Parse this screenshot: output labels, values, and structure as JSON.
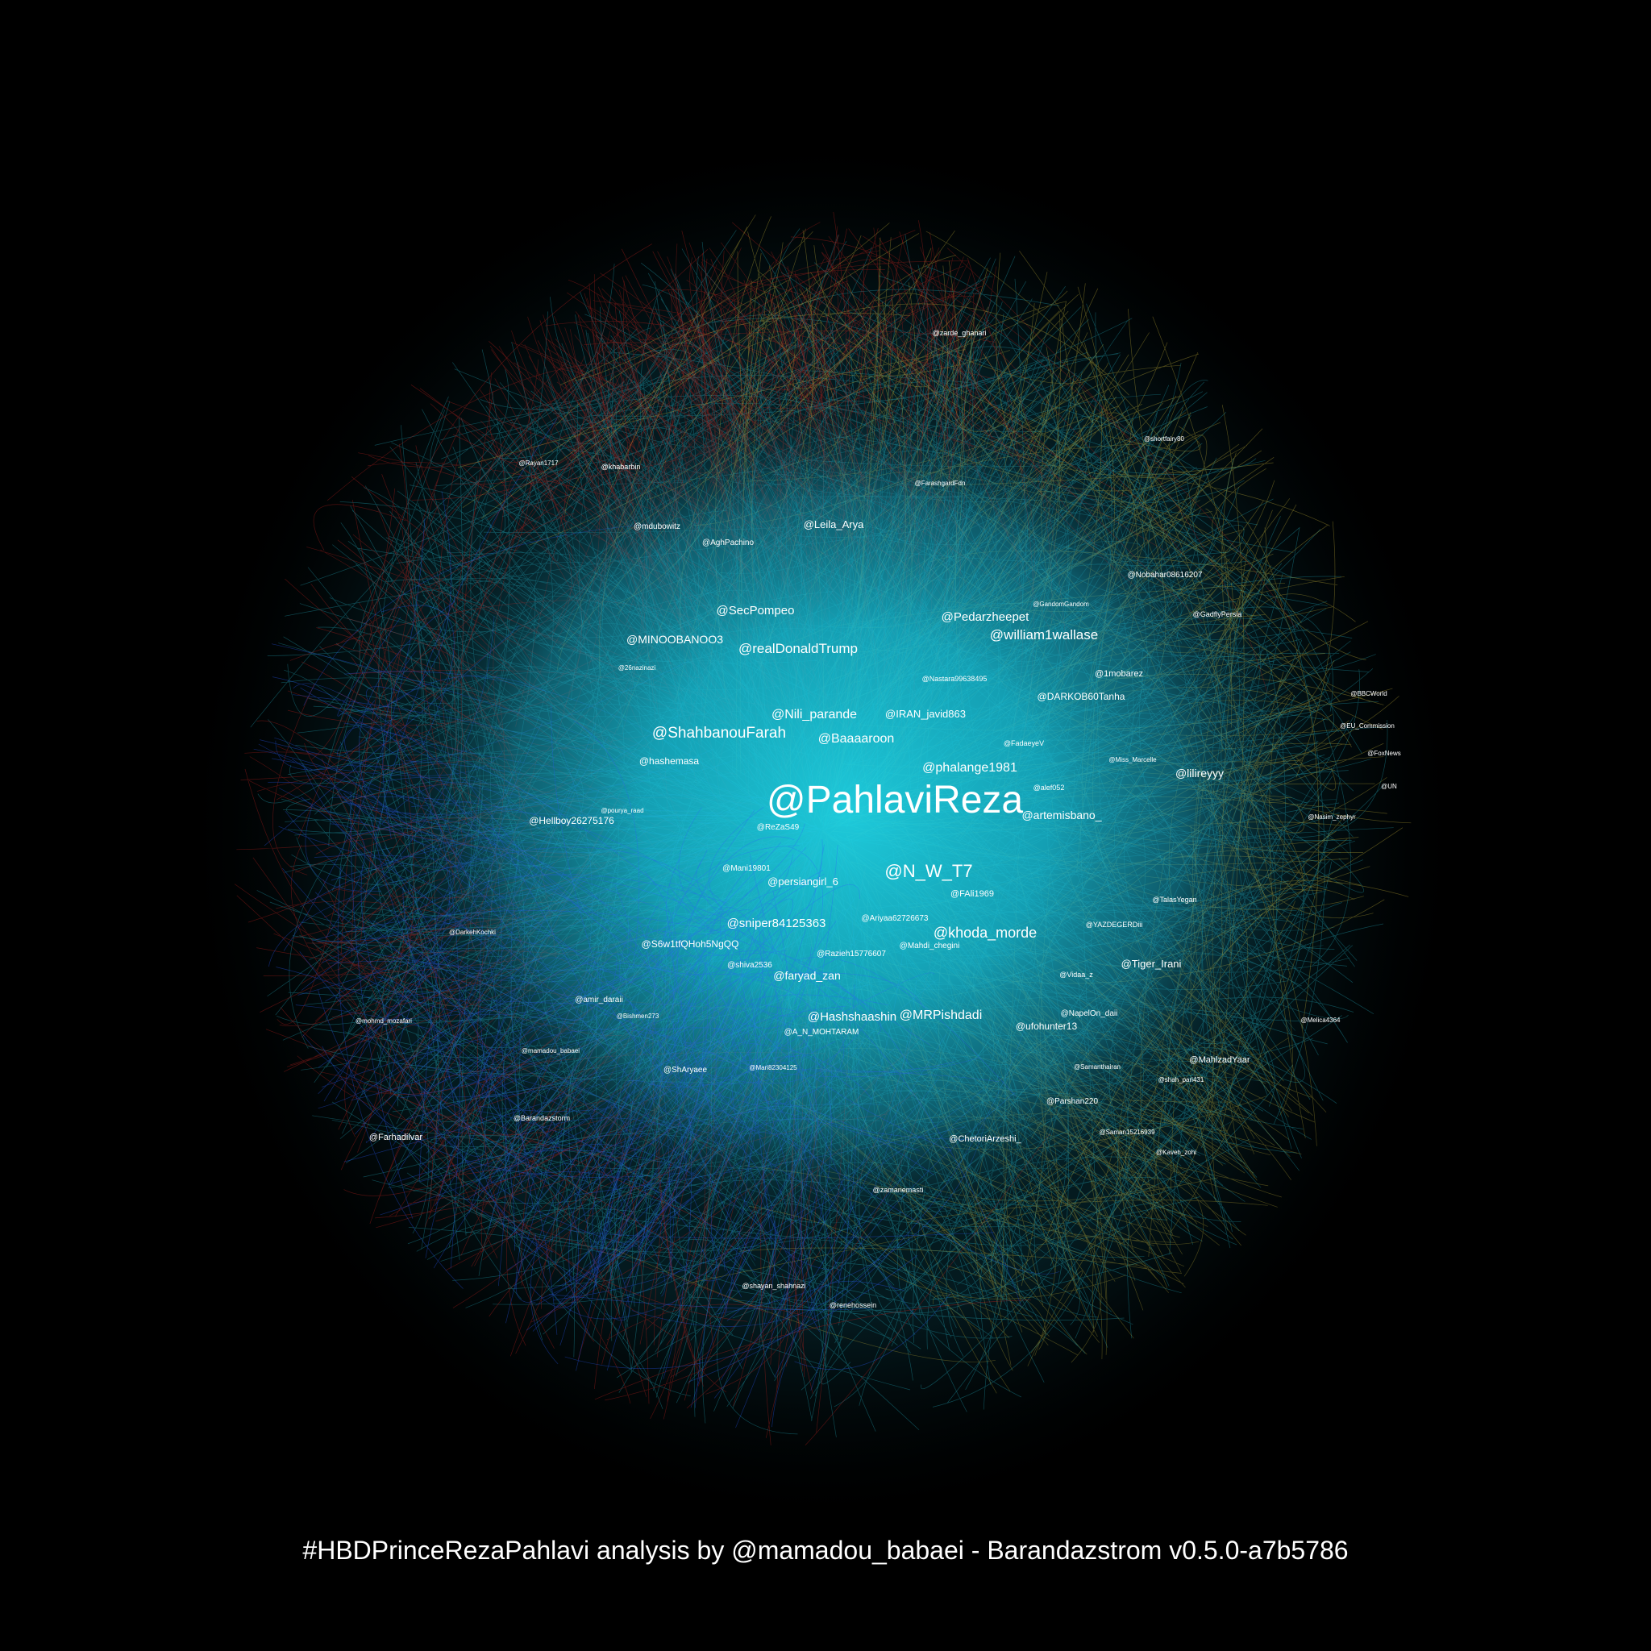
{
  "caption": "#HBDPrinceRezaPahlavi analysis by @mamadou_babaei - Barandazstrom v0.5.0-a7b5786",
  "colors": {
    "background": "#000000",
    "core": "#1ec8dc",
    "cyan_edge": "#27c2d6",
    "blue_edge": "#2a5cff",
    "red_edge": "#b0201c",
    "yellow_edge": "#c8b43a",
    "label": "#ffffff"
  },
  "labels": [
    {
      "text": "@PahlaviReza",
      "tier": "xl"
    },
    {
      "text": "@N_W_T7",
      "tier": "l"
    },
    {
      "text": "@ShahbanouFarah",
      "tier": "l"
    },
    {
      "text": "@realDonaldTrump",
      "tier": "m"
    },
    {
      "text": "@SecPompeo",
      "tier": "m"
    },
    {
      "text": "@william1wallase",
      "tier": "m"
    },
    {
      "text": "@Pedarzheepet",
      "tier": "m"
    },
    {
      "text": "@MINOOBANOO3",
      "tier": "m"
    },
    {
      "text": "@Nili_parande",
      "tier": "m"
    },
    {
      "text": "@Baaaaroon",
      "tier": "m"
    },
    {
      "text": "@phalange1981",
      "tier": "m"
    },
    {
      "text": "@khoda_morde",
      "tier": "m"
    },
    {
      "text": "@sniper84125363",
      "tier": "m"
    },
    {
      "text": "@MRPishdadi",
      "tier": "m"
    },
    {
      "text": "@Hashshaashin",
      "tier": "m"
    },
    {
      "text": "@faryad_zan",
      "tier": "m"
    },
    {
      "text": "@Leila_Arya",
      "tier": "m"
    },
    {
      "text": "@lilireyyy",
      "tier": "m"
    },
    {
      "text": "@artemisbano_",
      "tier": "m"
    },
    {
      "text": "@persiangirl_6",
      "tier": "s"
    },
    {
      "text": "@Tiger_Irani",
      "tier": "s"
    },
    {
      "text": "@IRAN_javid863",
      "tier": "s"
    },
    {
      "text": "@DARKOB60Tanha",
      "tier": "s"
    },
    {
      "text": "@hashemasa",
      "tier": "s"
    },
    {
      "text": "@Hellboy26275176",
      "tier": "s"
    },
    {
      "text": "@S6w1tfQHoh5NgQQ",
      "tier": "s"
    },
    {
      "text": "@ufohunter13",
      "tier": "s"
    },
    {
      "text": "@ShAryaee",
      "tier": "xs"
    },
    {
      "text": "@A_N_MOHTARAM",
      "tier": "xs"
    },
    {
      "text": "@ChetoriArzeshi_",
      "tier": "xs"
    },
    {
      "text": "@1mobarez",
      "tier": "xs"
    },
    {
      "text": "@FAli1969",
      "tier": "xs"
    },
    {
      "text": "@Ariyaa62726673",
      "tier": "xs"
    },
    {
      "text": "@Razieh15776607",
      "tier": "xs"
    },
    {
      "text": "@Mahdi_chegini",
      "tier": "xs"
    },
    {
      "text": "@shiva2536",
      "tier": "xs"
    },
    {
      "text": "@Mani19801",
      "tier": "xs"
    },
    {
      "text": "@ReZaS49",
      "tier": "xs"
    },
    {
      "text": "@amir_daraii",
      "tier": "xs"
    },
    {
      "text": "@NapelOn_daii",
      "tier": "xs"
    },
    {
      "text": "@MahlzadYaar",
      "tier": "xs"
    },
    {
      "text": "@Farhadilvar",
      "tier": "xs"
    },
    {
      "text": "@mdubowitz",
      "tier": "xs"
    },
    {
      "text": "@AghPachino",
      "tier": "xs"
    },
    {
      "text": "@Nobahar08616207",
      "tier": "xs"
    },
    {
      "text": "@GadflyPersia",
      "tier": "xs"
    },
    {
      "text": "@Nastara99638495",
      "tier": "xs"
    },
    {
      "text": "@alef052",
      "tier": "xs"
    },
    {
      "text": "@FadaeyeV",
      "tier": "xs"
    },
    {
      "text": "@Vidaa_z",
      "tier": "xs"
    },
    {
      "text": "@YAZDEGERDiii",
      "tier": "xs"
    },
    {
      "text": "@TalasYegan",
      "tier": "xs"
    },
    {
      "text": "@Parshan220",
      "tier": "xs"
    },
    {
      "text": "@zamanemasti",
      "tier": "xs"
    },
    {
      "text": "@shayan_shahnazi",
      "tier": "xs"
    },
    {
      "text": "@renehossein",
      "tier": "xs"
    },
    {
      "text": "@Barandazstorm",
      "tier": "xs"
    },
    {
      "text": "@zarde_ghanari",
      "tier": "xs"
    },
    {
      "text": "@khabarbin",
      "tier": "xs"
    },
    {
      "text": "@Miss_Marcelle",
      "tier": "xs"
    },
    {
      "text": "@Nasim_zephyr",
      "tier": "xs"
    },
    {
      "text": "@Melica4364",
      "tier": "xs"
    },
    {
      "text": "@mohmd_mozafari",
      "tier": "xs"
    },
    {
      "text": "@26nazinazi",
      "tier": "xs"
    },
    {
      "text": "@GandomGandom",
      "tier": "xs"
    },
    {
      "text": "@Samanthairan",
      "tier": "xs"
    },
    {
      "text": "@Saman15216939",
      "tier": "xs"
    },
    {
      "text": "@shah_pari431",
      "tier": "xs"
    },
    {
      "text": "@FarashgardFdn",
      "tier": "xs"
    },
    {
      "text": "@DarkehKochki",
      "tier": "xs"
    },
    {
      "text": "@mamadou_babaei",
      "tier": "xs"
    },
    {
      "text": "@Mari82304125",
      "tier": "xs"
    },
    {
      "text": "@BBCWorld",
      "tier": "xs"
    },
    {
      "text": "@EU_Commission",
      "tier": "xs"
    },
    {
      "text": "@FoxNews",
      "tier": "xs"
    },
    {
      "text": "@UN",
      "tier": "xs"
    },
    {
      "text": "@pourya_raad",
      "tier": "xs"
    },
    {
      "text": "@Bishmen273",
      "tier": "xs"
    },
    {
      "text": "@Kaveh_zohi",
      "tier": "xs"
    },
    {
      "text": "@Rayan1717",
      "tier": "xs"
    },
    {
      "text": "@shortfairy80",
      "tier": "xs"
    }
  ]
}
